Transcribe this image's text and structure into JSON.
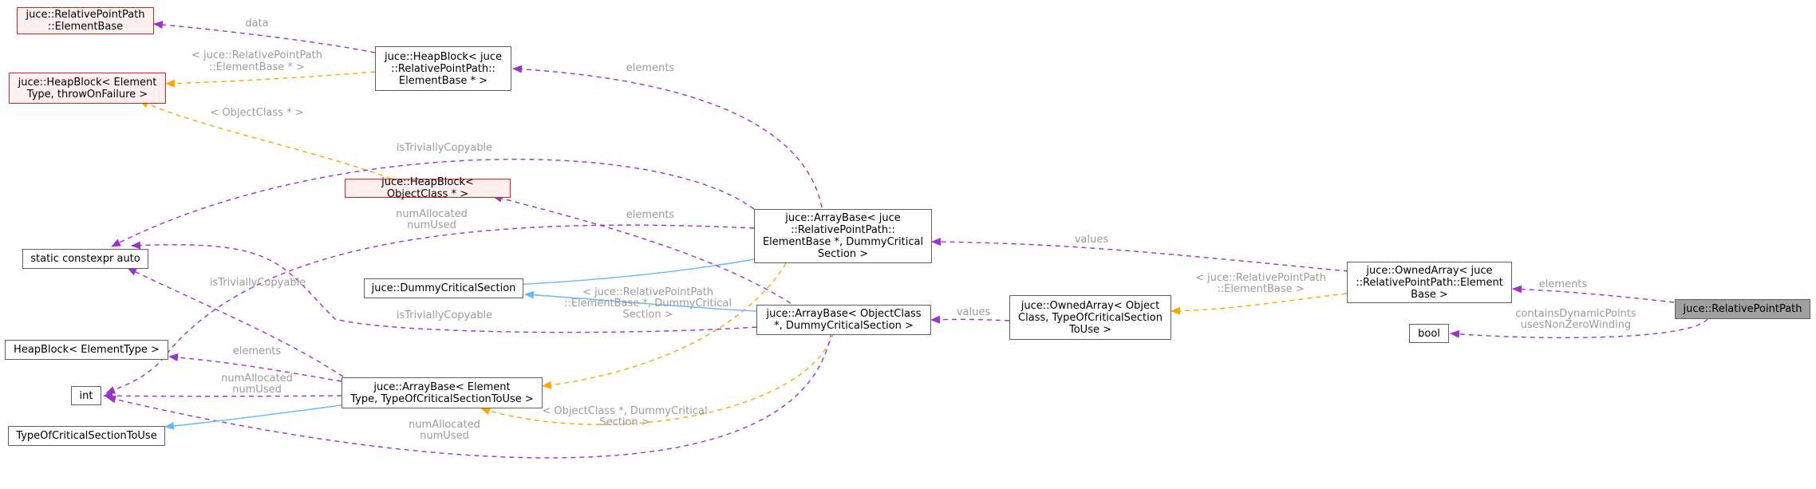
{
  "colors": {
    "purple": "#9a32cd",
    "orange": "#ffa500",
    "blue": "#63b8ff",
    "label": "#9a9a9a",
    "red_border": "#e02020",
    "red_fill": "#fff0f0",
    "gray_fill": "#a0a0a0"
  },
  "nodes": {
    "relpath_elementbase": "juce::RelativePointPath\n::ElementBase",
    "heapblock_element_type": "juce::HeapBlock< Element\nType, throwOnFailure >",
    "heapblock_elementbase_ptr": "juce::HeapBlock< juce\n::RelativePointPath::\nElementBase * >",
    "heapblock_objectclass_ptr": "juce::HeapBlock< ObjectClass * >",
    "static_constexpr_auto": "static constexpr auto",
    "dummy_critical_section": "juce::DummyCriticalSection",
    "heapblock_elementtype": "HeapBlock< ElementType >",
    "int_type": "int",
    "type_of_critical_section": "TypeOfCriticalSectionToUse",
    "arraybase_generic": "juce::ArrayBase< Element\nType, TypeOfCriticalSectionToUse >",
    "arraybase_elementbase": "juce::ArrayBase< juce\n::RelativePointPath::\nElementBase *, DummyCritical\nSection >",
    "arraybase_objectclass": "juce::ArrayBase< ObjectClass\n*, DummyCriticalSection >",
    "ownedarray_generic": "juce::OwnedArray< Object\nClass, TypeOfCriticalSection\nToUse >",
    "ownedarray_elementbase": "juce::OwnedArray< juce\n::RelativePointPath::Element\nBase >",
    "bool_type": "bool",
    "relative_point_path": "juce::RelativePointPath"
  },
  "labels": {
    "data": "data",
    "relpath_elementbase_tmpl": "< juce::RelativePointPath\n::ElementBase * >",
    "objectclass_ptr_tmpl": "< ObjectClass * >",
    "elements_top": "elements",
    "trivially_top": "isTriviallyCopyable",
    "numalloc_top": "numAllocated\nnumUsed",
    "elements_mid": "elements",
    "values_top": "values",
    "relpath_tmpl_right": "< juce::RelativePointPath\n::ElementBase >",
    "elements_right": "elements",
    "contains_dynamic": "containsDynamicPoints\nusesNonZeroWinding",
    "trivially_left": "isTriviallyCopyable",
    "relpath_dummy_tmpl": "< juce::RelativePointPath\n::ElementBase *, DummyCritical\nSection >",
    "trivially_mid": "isTriviallyCopyable",
    "values_mid": "values",
    "elements_left": "elements",
    "numalloc_left": "numAllocated\nnumUsed",
    "objectclass_dummy_tmpl": "< ObjectClass *, DummyCritical\nSection >",
    "numalloc_bottom": "numAllocated\nnumUsed"
  }
}
